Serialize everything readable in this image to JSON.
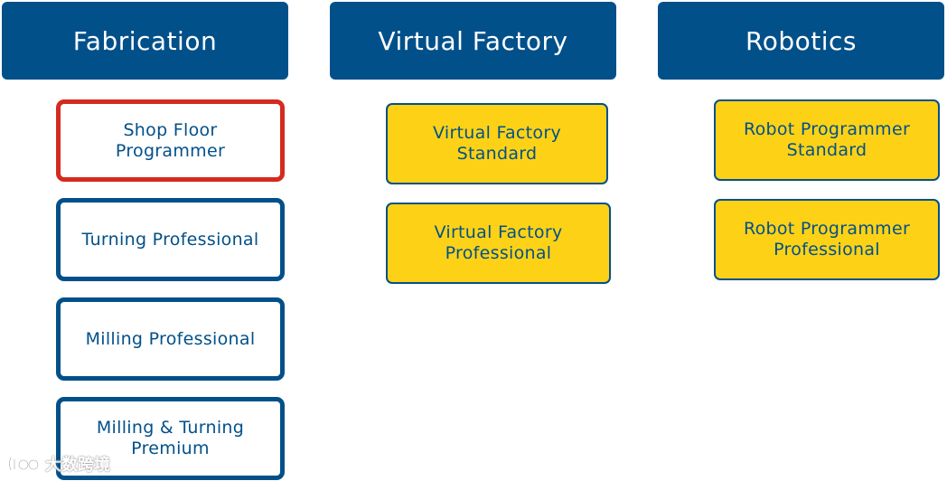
{
  "columns": [
    {
      "header": "Fabrication",
      "items": [
        "Shop Floor Programmer",
        "Turning Professional",
        "Milling Professional",
        "Milling & Turning Premium"
      ]
    },
    {
      "header": "Virtual Factory",
      "items": [
        "Virtual Factory Standard",
        "Virtual Factory Professional"
      ]
    },
    {
      "header": "Robotics",
      "items": [
        "Robot Programmer Standard",
        "Robot Programmer Professional"
      ]
    }
  ],
  "colors": {
    "header_bg": "#02508a",
    "header_text": "#ffffff",
    "outline_border": "#02508a",
    "selected_border": "#d52b1e",
    "filled_bg": "#fdd216",
    "box_text": "#02508a"
  },
  "watermark": {
    "text": "大数跨境",
    "icon": "watermark-logo-icon"
  }
}
